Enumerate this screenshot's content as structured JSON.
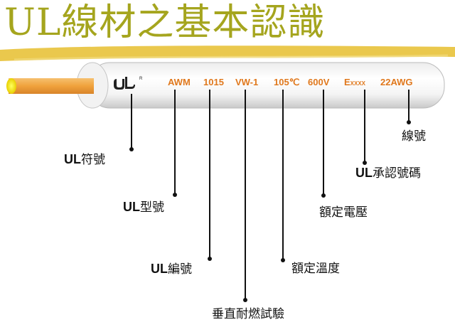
{
  "title": "UL線材之基本認識",
  "colors": {
    "title": "#a5a51e",
    "marking": "#e0781c",
    "brush": "#e8c23a",
    "conductor": "#f0a23c"
  },
  "icons": {
    "ul_mark": "ul-recognized-mark"
  },
  "wire_markings": {
    "awm": "AWM",
    "style_no": "1015",
    "flame": "VW-1",
    "temp": "105℃",
    "volt": "600V",
    "file_prefix": "E",
    "file_rest": "XXXX",
    "gauge": "22AWG"
  },
  "labels": {
    "ul_symbol": {
      "prefix": "UL",
      "text": "符號"
    },
    "ul_type": {
      "prefix": "UL",
      "text": "型號"
    },
    "ul_number": {
      "prefix": "UL",
      "text": "編號"
    },
    "flame_test": {
      "text": "垂直耐燃試驗"
    },
    "rated_temp": {
      "text": "額定溫度"
    },
    "rated_volt": {
      "text": "額定電壓"
    },
    "ul_file": {
      "prefix": "UL",
      "text": "承認號碼"
    },
    "gauge": {
      "text": "線號"
    }
  }
}
